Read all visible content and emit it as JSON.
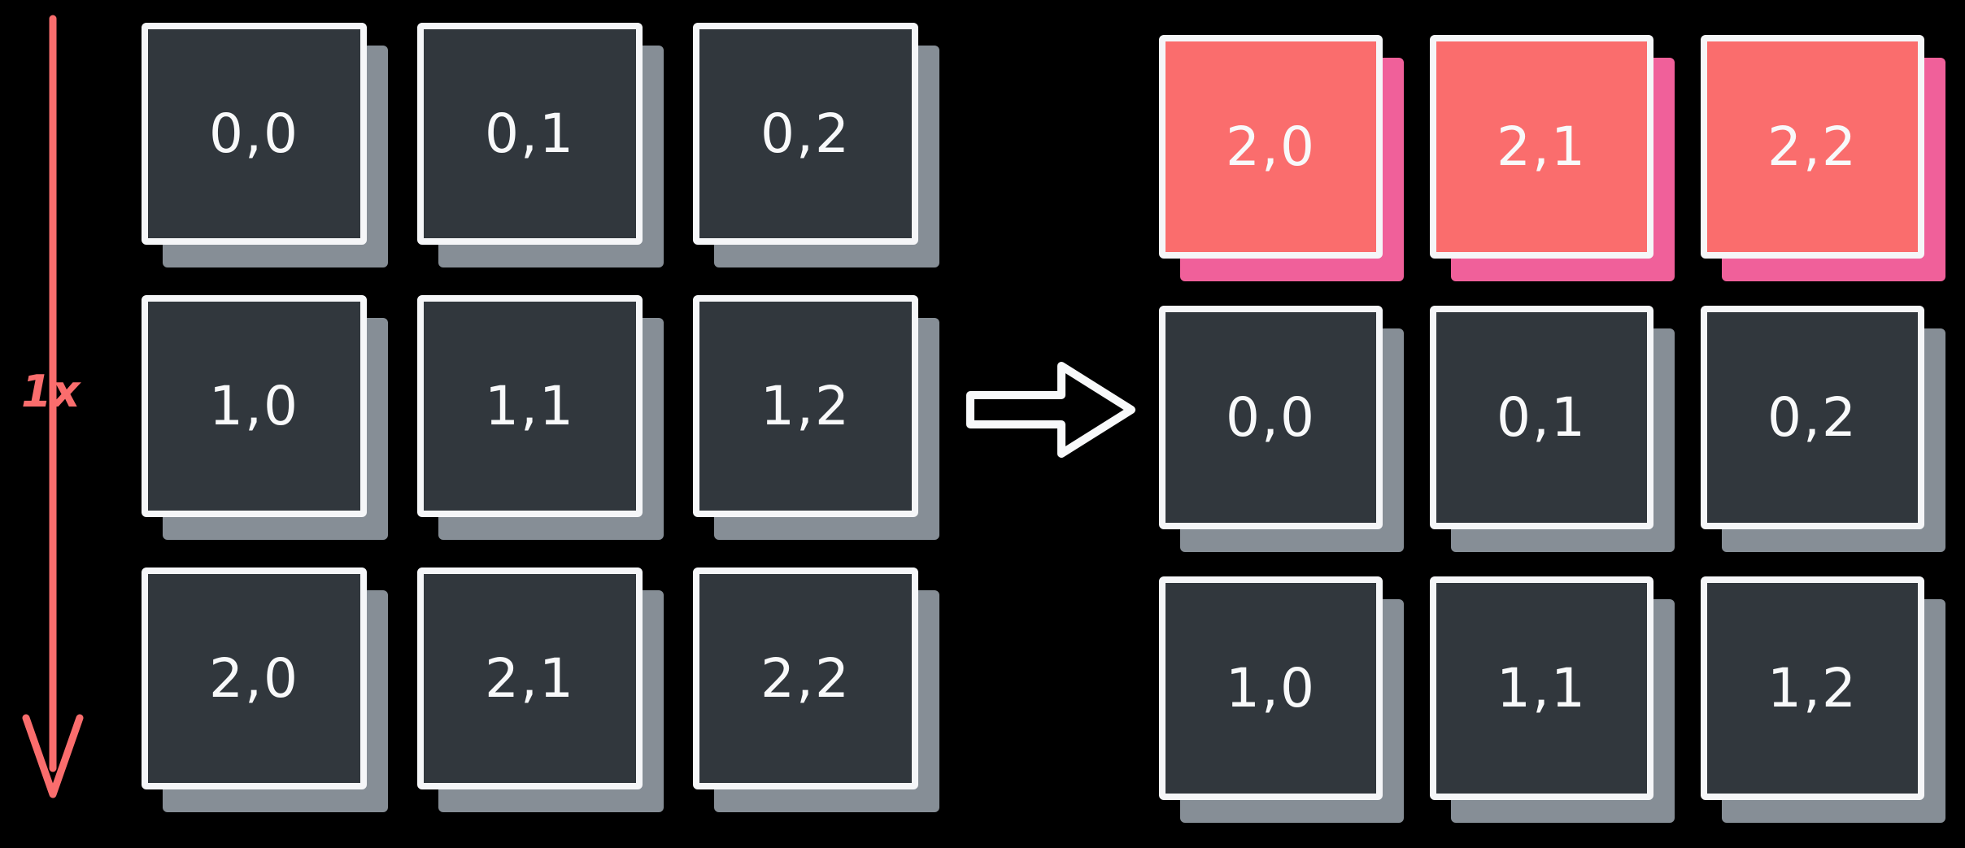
{
  "diagram": {
    "shift_label": "1x",
    "left_grid": {
      "cells": [
        [
          "0,0",
          "0,1",
          "0,2"
        ],
        [
          "1,0",
          "1,1",
          "1,2"
        ],
        [
          "2,0",
          "2,1",
          "2,2"
        ]
      ]
    },
    "right_grid": {
      "cells": [
        [
          "2,0",
          "2,1",
          "2,2"
        ],
        [
          "0,0",
          "0,1",
          "0,2"
        ],
        [
          "1,0",
          "1,1",
          "1,2"
        ]
      ],
      "highlighted_row": 0
    },
    "icons": {
      "down_arrow": "down-arrow-icon",
      "right_arrow": "right-arrow-icon"
    },
    "colors": {
      "background": "#000000",
      "cell_fill": "#31373d",
      "cell_border": "#f5f6f8",
      "cell_shadow": "#868e96",
      "highlight_fill": "#fa6d6d",
      "highlight_shadow": "#f0609a",
      "accent": "#fa6d6d",
      "text": "#f8f9fa"
    }
  }
}
